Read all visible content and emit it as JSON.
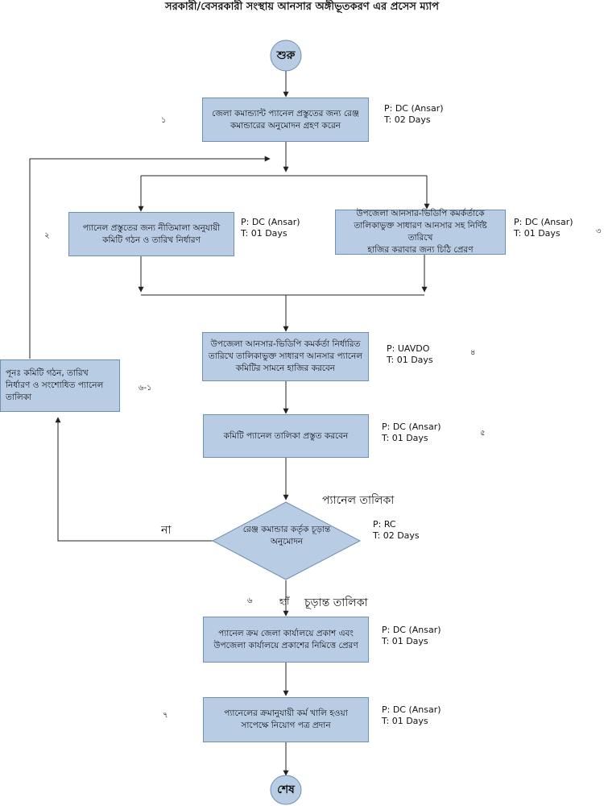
{
  "title": "সরকারী/বেসরকারী সংস্থায় আনসার অঙ্গীভূতকরণ এর প্রসেস ম্যাপ",
  "start": "শুরু",
  "end": "শেষ",
  "steps": {
    "s1": {
      "number": "১",
      "text": "জেলা কমান্ড্যান্ট প্যানেল প্রস্তুতের জন্য রেঞ্জ\nকমান্ডারের অনুমোদন গ্রহণ করেন",
      "meta": "P: DC (Ansar)\nT: 02 Days"
    },
    "s2": {
      "number": "২",
      "text": "প্যানেল প্রস্তুতের জন্য নীতিমালা অনুযায়ী\nকমিটি গঠন ও তারিখ নির্ধারণ",
      "meta": "P: DC (Ansar)\nT: 01 Days"
    },
    "s3": {
      "number": "৩",
      "text": "উপজেলা আনসার-ভিডিপি কমর্কর্তাকে\nতালিকাভুক্ত সাধারণ আনসার সহ নির্দিষ্ট তারিখে\nহাজির করাবার জন্য চিঠি প্রেরণ",
      "meta": "P: DC (Ansar)\nT: 01 Days"
    },
    "s4": {
      "number": "৪",
      "text": "উপজেলা আনসার-ভিডিপি কমর্কর্তা নির্ধারিত\nতারিখে তালিকাভুক্ত সাধারণ আনসার প্যানেল\nকমিটির সামনে হাজির করবেন",
      "meta": "P: UAVDO\nT: 01 Days"
    },
    "s5": {
      "number": "৫",
      "text": "কমিটি প্যানেল তালিকা প্রস্তুত করবেন",
      "meta": "P: DC (Ansar)\nT: 01 Days"
    },
    "s61": {
      "number": "৬-১",
      "text": "পূনঃ  কমিটি গঠন, তারিখ\nনির্ধারণ ও সংশোধিত প্যানেল\nতালিকা"
    },
    "s6": {
      "number": "৬",
      "text": "রেঞ্জ কমান্ডার কর্তৃক চূড়ান্ত\nঅনুমোদন",
      "meta": "P: RC\nT: 02 Days"
    },
    "s6b": {
      "text": "প্যানেল ক্রম জেলা কার্যালয়ে প্রকাশ এবং\nউপজেলা কার্যালয়ে প্রকাশের নিমিত্তে প্রেরণ",
      "meta": "P: DC (Ansar)\nT: 01 Days"
    },
    "s7": {
      "number": "৭",
      "text": "প্যানেলের ক্রমানুযায়ী কর্ম খালি হওয়া\nসাপেক্ষে নিয়োগ পত্র প্রদান",
      "meta": "P: DC (Ansar)\nT: 01 Days"
    }
  },
  "labels": {
    "panel_list": "প্যানেল তালিকা",
    "final_list": "চূড়ান্ত তালিকা",
    "no": "না",
    "yes": "হ্যাঁ"
  },
  "colors": {
    "box_fill": "#b8cce4",
    "box_border": "#6f8fb5",
    "line": "#222222"
  }
}
